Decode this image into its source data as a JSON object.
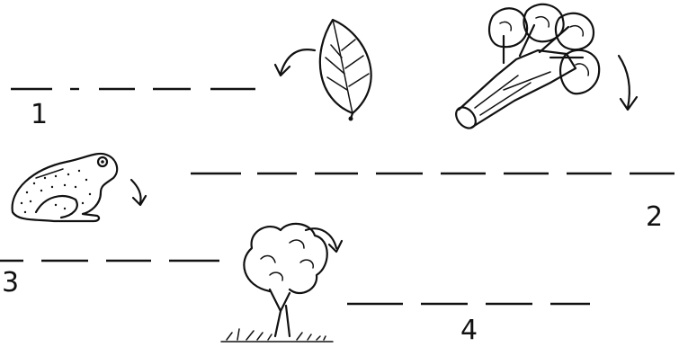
{
  "labels": {
    "one": "1",
    "two": "2",
    "three": "3",
    "four": "4"
  },
  "icons": {
    "leaf": "leaf-icon",
    "broccoli": "broccoli-icon",
    "frog": "frog-icon",
    "tree": "tree-icon",
    "arrow": "curved-arrow-icon"
  }
}
